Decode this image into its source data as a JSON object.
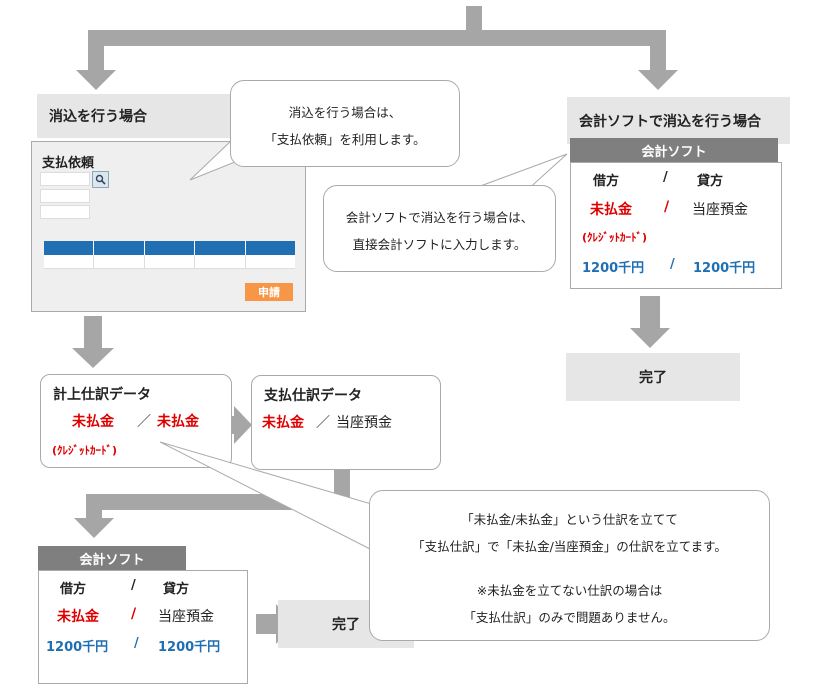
{
  "left_flow": {
    "label": "消込を行う場合",
    "bubble_line1": "消込を行う場合は、",
    "bubble_line2": "「支払依頼」を利用します。",
    "form_title": "支払依頼",
    "apply_button": "申請"
  },
  "right_flow": {
    "label": "会計ソフトで消込を行う場合",
    "bubble_line1": "会計ソフトで消込を行う場合は、",
    "bubble_line2": "直接会計ソフトに入力します。",
    "acc_header": "会計ソフト",
    "debit": "借方",
    "credit": "貸方",
    "sep": "/",
    "debit_item": "未払金",
    "credit_item": "当座預金",
    "card_note": "(ｸﾚｼﾞｯﾄｶｰﾄﾞ)",
    "debit_amount": "1200千円",
    "credit_amount": "1200千円",
    "done": "完了"
  },
  "keijou": {
    "title": "計上仕訳データ",
    "debit_item": "未払金",
    "sep": "／",
    "credit_item": "未払金",
    "card_note": "(ｸﾚｼﾞｯﾄｶｰﾄﾞ)"
  },
  "shiharai": {
    "title": "支払仕訳データ",
    "debit_item": "未払金",
    "sep": "／",
    "credit_item": "当座預金"
  },
  "note_bubble": {
    "line1": "「未払金/未払金」という仕訳を立てて",
    "line2": "「支払仕訳」で「未払金/当座預金」の仕訳を立てます。",
    "line3": "※未払金を立てない仕訳の場合は",
    "line4": "「支払仕訳」のみで問題ありません。"
  },
  "bottom_acc": {
    "acc_header": "会計ソフト",
    "debit": "借方",
    "credit": "貸方",
    "sep": "/",
    "debit_item": "未払金",
    "credit_item": "当座預金",
    "debit_amount": "1200千円",
    "credit_amount": "1200千円",
    "done": "完了"
  },
  "colors": {
    "red": "#e00000",
    "blue": "#1f6fb2",
    "arrow_gray": "#a6a6a6",
    "button_orange": "#f79646",
    "table_blue": "#1f6fb2"
  }
}
